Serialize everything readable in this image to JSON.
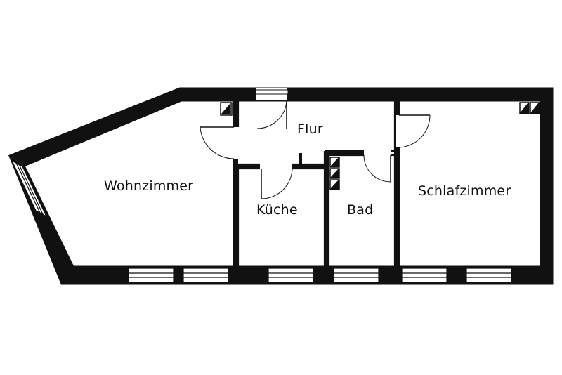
{
  "floor_plan": {
    "rooms": [
      {
        "id": "wohnzimmer",
        "label": "Wohnzimmer"
      },
      {
        "id": "flur",
        "label": "Flur"
      },
      {
        "id": "kueche",
        "label": "Küche"
      },
      {
        "id": "bad",
        "label": "Bad"
      },
      {
        "id": "schlafzimmer",
        "label": "Schlafzimmer"
      }
    ],
    "colors": {
      "wall": "#111111",
      "background": "#ffffff",
      "window_glass": "#ffffff"
    }
  }
}
